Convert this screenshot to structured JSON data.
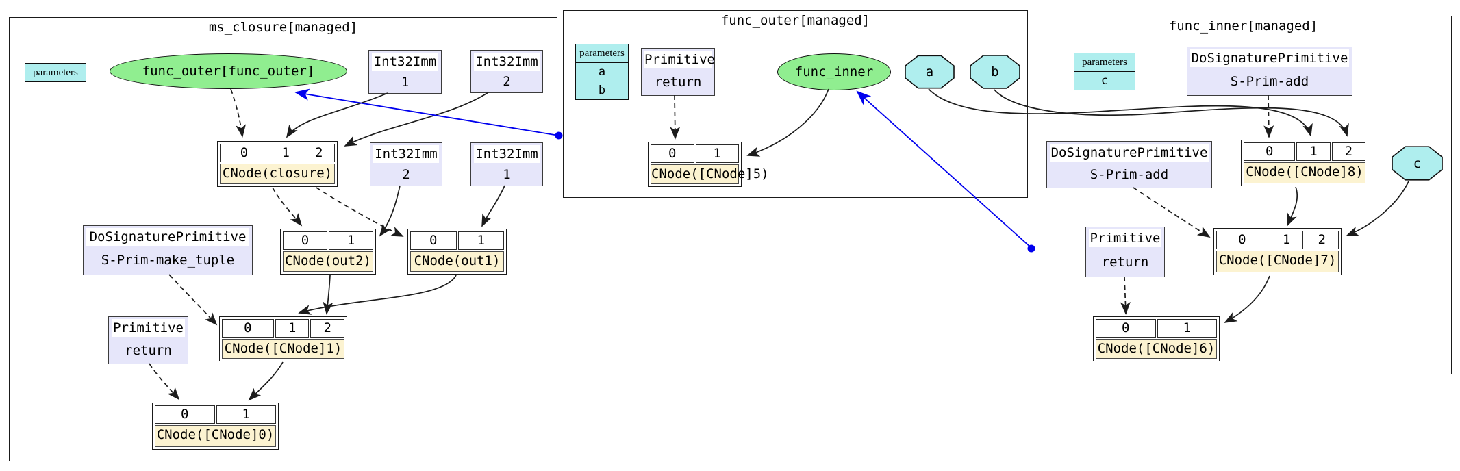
{
  "colors": {
    "ellipse_fill": "#90ee90",
    "parameter_fill": "#afeeee",
    "value_box_fill": "#e6e6fa",
    "record_label_fill": "#fcf3d1",
    "edge_black": "#1c1c1c",
    "edge_blue": "#0000ee"
  },
  "clusters": {
    "ms_closure": {
      "title": "ms_closure[managed]",
      "parameters_chip": "parameters",
      "func_outer_ellipse": "func_outer[func_outer]",
      "imm1": {
        "type": "Int32Imm",
        "value": "1"
      },
      "imm2": {
        "type": "Int32Imm",
        "value": "2"
      },
      "imm3": {
        "type": "Int32Imm",
        "value": "2"
      },
      "imm4": {
        "type": "Int32Imm",
        "value": "1"
      },
      "cnode_closure": {
        "cells": [
          "0",
          "1",
          "2"
        ],
        "label": "CNode(closure)"
      },
      "make_tuple": {
        "type": "DoSignaturePrimitive",
        "value": "S-Prim-make_tuple"
      },
      "cnode_out2": {
        "cells": [
          "0",
          "1"
        ],
        "label": "CNode(out2)"
      },
      "cnode_out1": {
        "cells": [
          "0",
          "1"
        ],
        "label": "CNode(out1)"
      },
      "primitive_return": {
        "type": "Primitive",
        "value": "return"
      },
      "cnode_1": {
        "cells": [
          "0",
          "1",
          "2"
        ],
        "label": "CNode([CNode]1)"
      },
      "cnode_0": {
        "cells": [
          "0",
          "1"
        ],
        "label": "CNode([CNode]0)"
      }
    },
    "func_outer": {
      "title": "func_outer[managed]",
      "params": {
        "header": "parameters",
        "rows": [
          "a",
          "b"
        ]
      },
      "primitive_return": {
        "type": "Primitive",
        "value": "return"
      },
      "func_inner_ellipse": "func_inner",
      "param_a": "a",
      "param_b": "b",
      "cnode_5": {
        "cells": [
          "0",
          "1"
        ],
        "label": "CNode([CNode]5)"
      }
    },
    "func_inner": {
      "title": "func_inner[managed]",
      "params": {
        "header": "parameters",
        "rows": [
          "c"
        ]
      },
      "add_top": {
        "type": "DoSignaturePrimitive",
        "value": "S-Prim-add"
      },
      "add_mid": {
        "type": "DoSignaturePrimitive",
        "value": "S-Prim-add"
      },
      "primitive_return": {
        "type": "Primitive",
        "value": "return"
      },
      "param_c": "c",
      "cnode_8": {
        "cells": [
          "0",
          "1",
          "2"
        ],
        "label": "CNode([CNode]8)"
      },
      "cnode_7": {
        "cells": [
          "0",
          "1",
          "2"
        ],
        "label": "CNode([CNode]7)"
      },
      "cnode_6": {
        "cells": [
          "0",
          "1"
        ],
        "label": "CNode([CNode]6)"
      }
    }
  }
}
